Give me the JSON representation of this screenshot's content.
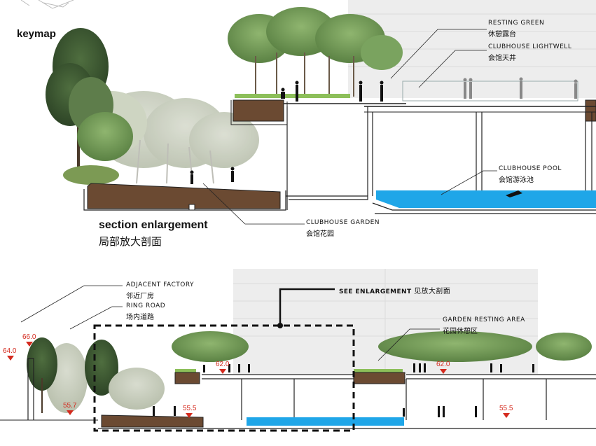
{
  "keymap": "keymap",
  "section_title": {
    "en": "section enlargement",
    "cn": "局部放大剖面"
  },
  "upper_labels": {
    "resting_green": {
      "en": "RESTING GREEN",
      "cn": "休憩露台"
    },
    "lightwell": {
      "en": "CLUBHOUSE LIGHTWELL",
      "cn": "会馆天井"
    },
    "pool": {
      "en": "CLUBHOUSE POOL",
      "cn": "会馆游泳池"
    },
    "garden": {
      "en": "CLUBHOUSE GARDEN",
      "cn": "会馆花园"
    }
  },
  "lower_labels": {
    "factory": {
      "en": "ADJACENT FACTORY",
      "cn": "邻近厂房"
    },
    "ring_road": {
      "en": "RING ROAD",
      "cn": "场内道路"
    },
    "see_enlargement": {
      "en": "SEE ENLARGEMENT",
      "cn": "见放大剖面"
    },
    "garden_resting": {
      "en": "GARDEN RESTING AREA",
      "cn": "花园休憩区"
    }
  },
  "elevations": [
    "64.0",
    "66.0",
    "55.7",
    "62.0",
    "55.5",
    "62.0",
    "55.5"
  ],
  "colors": {
    "soil": "#6b4a32",
    "water": "#1fa6e8",
    "elevation_marker": "#d42a1e",
    "tree_green": "#6f9a55",
    "building_grey": "#ececec"
  }
}
